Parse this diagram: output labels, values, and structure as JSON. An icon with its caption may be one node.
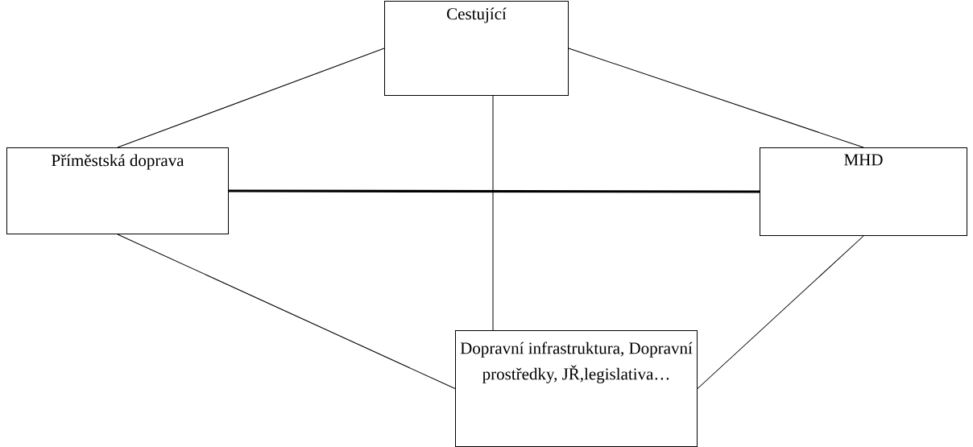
{
  "diagram": {
    "nodes": [
      {
        "text": [
          "Cestující"
        ]
      },
      {
        "text": [
          "Příměstská doprava"
        ]
      },
      {
        "text": [
          "MHD"
        ]
      },
      {
        "text": [
          "Dopravní infrastruktura, Dopravní prostředky, JŘ,legislativa…"
        ]
      }
    ],
    "edges": [
      {
        "from": 0,
        "to": 1,
        "arrow": "none"
      },
      {
        "from": 0,
        "to": 2,
        "arrow": "none"
      },
      {
        "from": 0,
        "to": 3,
        "arrow": "none"
      },
      {
        "from": 1,
        "to": 2,
        "arrow": "none",
        "style": "thick"
      },
      {
        "from": 1,
        "to": 3,
        "arrow": "none"
      },
      {
        "from": 2,
        "to": 3,
        "arrow": "none"
      }
    ]
  }
}
